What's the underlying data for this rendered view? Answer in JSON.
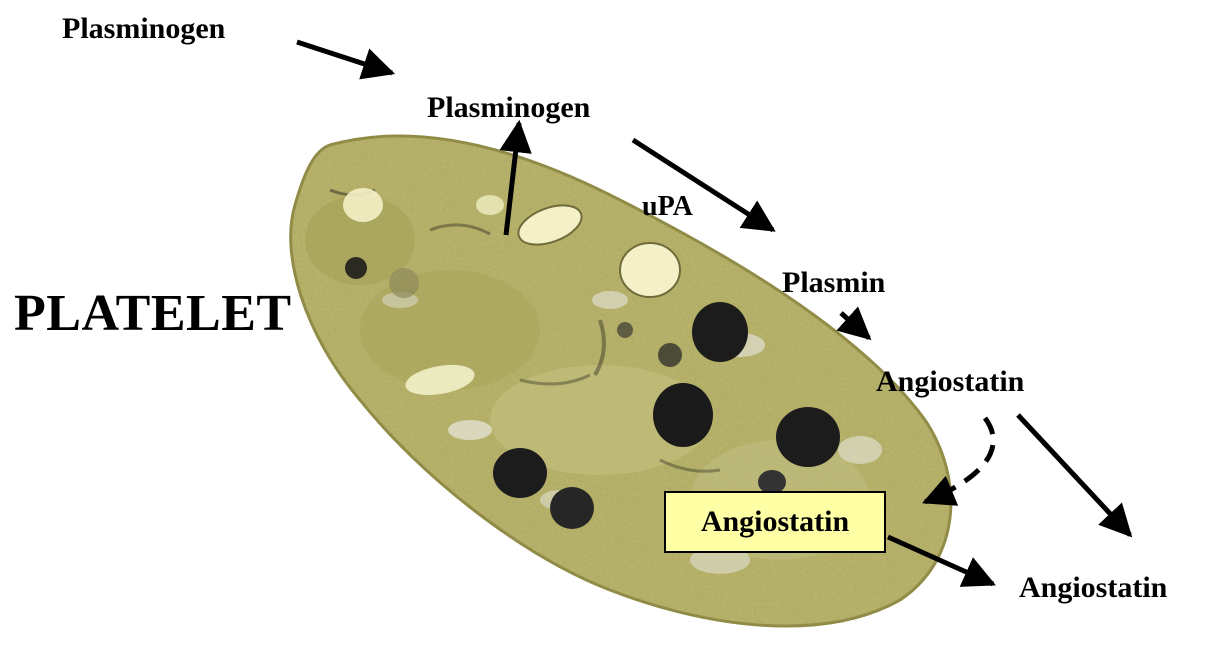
{
  "labels": {
    "plasminogen_outside": "Plasminogen",
    "plasminogen_inside": "Plasminogen",
    "upa": "uPA",
    "plasmin": "Plasmin",
    "angiostatin_surface": "Angiostatin",
    "angiostatin_boxed": "Angiostatin",
    "angiostatin_released": "Angiostatin",
    "platelet": "PLATELET"
  },
  "colors": {
    "cell_fill": "#b8b36a",
    "cell_edge": "#8f8a44",
    "dense_granule": "#1c1c1c",
    "vacuole": "#f4f1c8",
    "box_fill": "#ffffa6",
    "arrow": "#000000"
  }
}
